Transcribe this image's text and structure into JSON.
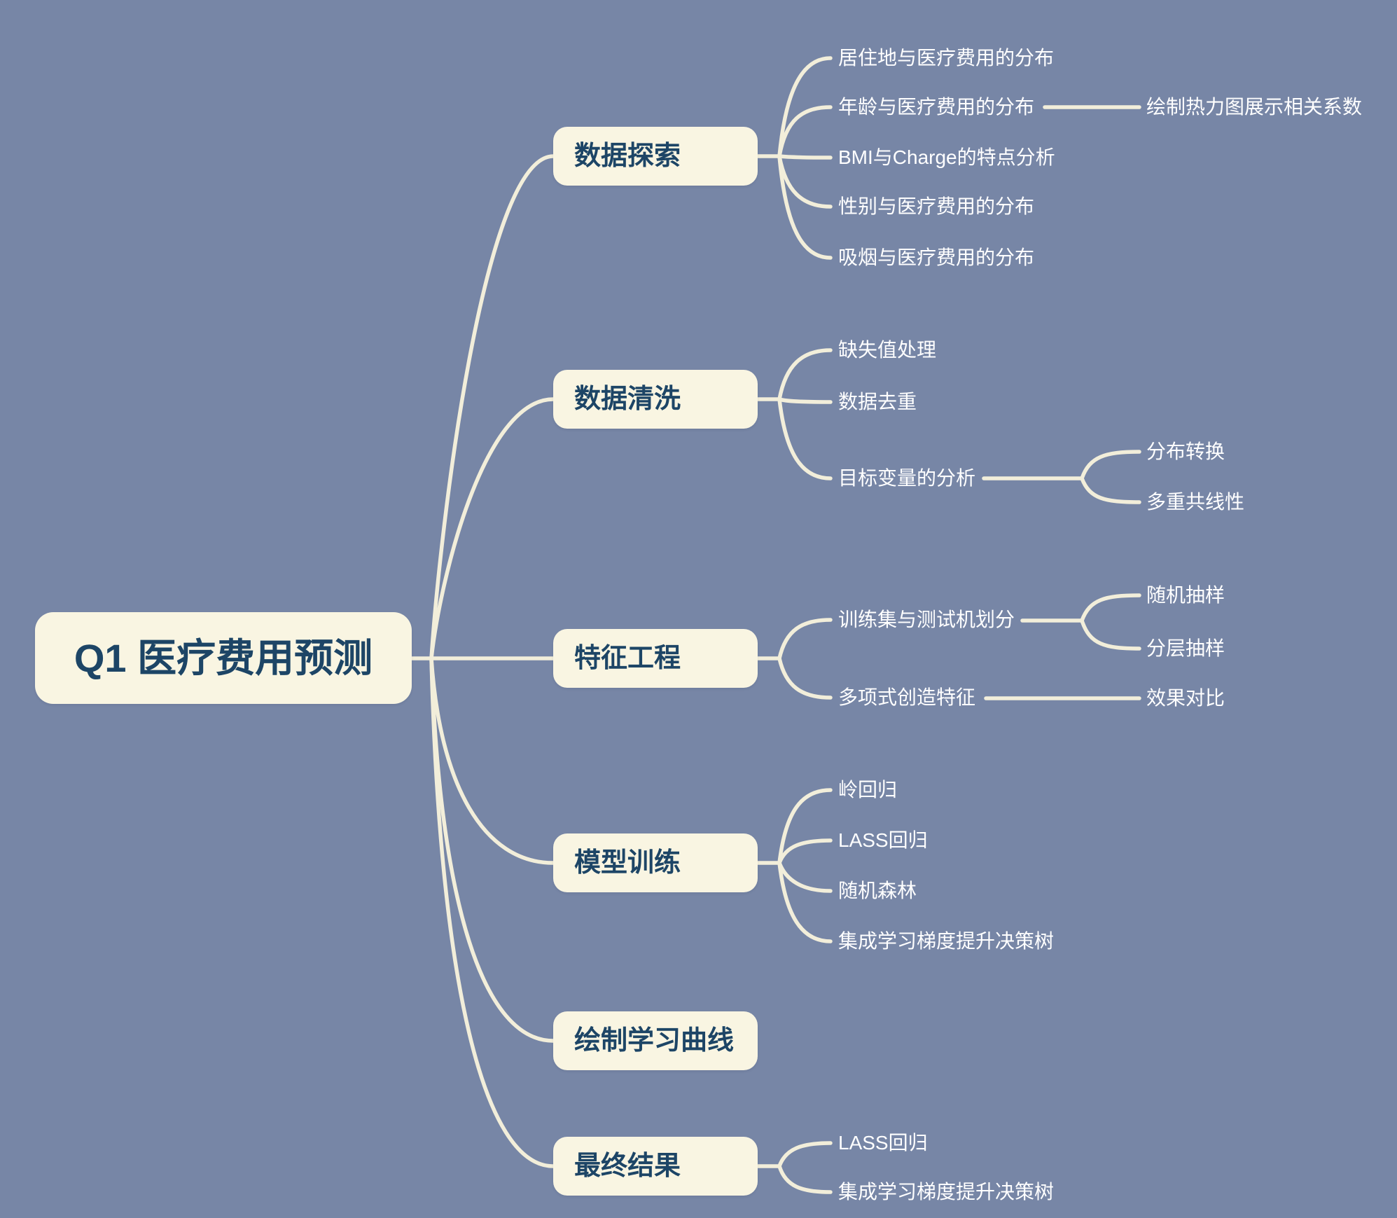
{
  "colors": {
    "background": "#7786a6",
    "node_fill": "#f9f5e2",
    "node_text": "#1d4566",
    "connector": "#f2eeda",
    "leaf_text": "#ffffff"
  },
  "map": {
    "root": {
      "label": "Q1 医疗费用预测"
    },
    "branches": [
      {
        "label": "数据探索",
        "children": [
          {
            "label": "居住地与医疗费用的分布"
          },
          {
            "label": "年龄与医疗费用的分布",
            "children": [
              {
                "label": "绘制热力图展示相关系数"
              }
            ]
          },
          {
            "label": "BMI与Charge的特点分析"
          },
          {
            "label": "性别与医疗费用的分布"
          },
          {
            "label": "吸烟与医疗费用的分布"
          }
        ]
      },
      {
        "label": "数据清洗",
        "children": [
          {
            "label": "缺失值处理"
          },
          {
            "label": "数据去重"
          },
          {
            "label": "目标变量的分析",
            "children": [
              {
                "label": "分布转换"
              },
              {
                "label": "多重共线性"
              }
            ]
          }
        ]
      },
      {
        "label": "特征工程",
        "children": [
          {
            "label": "训练集与测试机划分",
            "children": [
              {
                "label": "随机抽样"
              },
              {
                "label": "分层抽样"
              }
            ]
          },
          {
            "label": "多项式创造特征",
            "children": [
              {
                "label": "效果对比"
              }
            ]
          }
        ]
      },
      {
        "label": "模型训练",
        "children": [
          {
            "label": "岭回归"
          },
          {
            "label": "LASS回归"
          },
          {
            "label": "随机森林"
          },
          {
            "label": "集成学习梯度提升决策树"
          }
        ]
      },
      {
        "label": "绘制学习曲线",
        "children": []
      },
      {
        "label": "最终结果",
        "children": [
          {
            "label": "LASS回归"
          },
          {
            "label": "集成学习梯度提升决策树"
          }
        ]
      }
    ]
  }
}
